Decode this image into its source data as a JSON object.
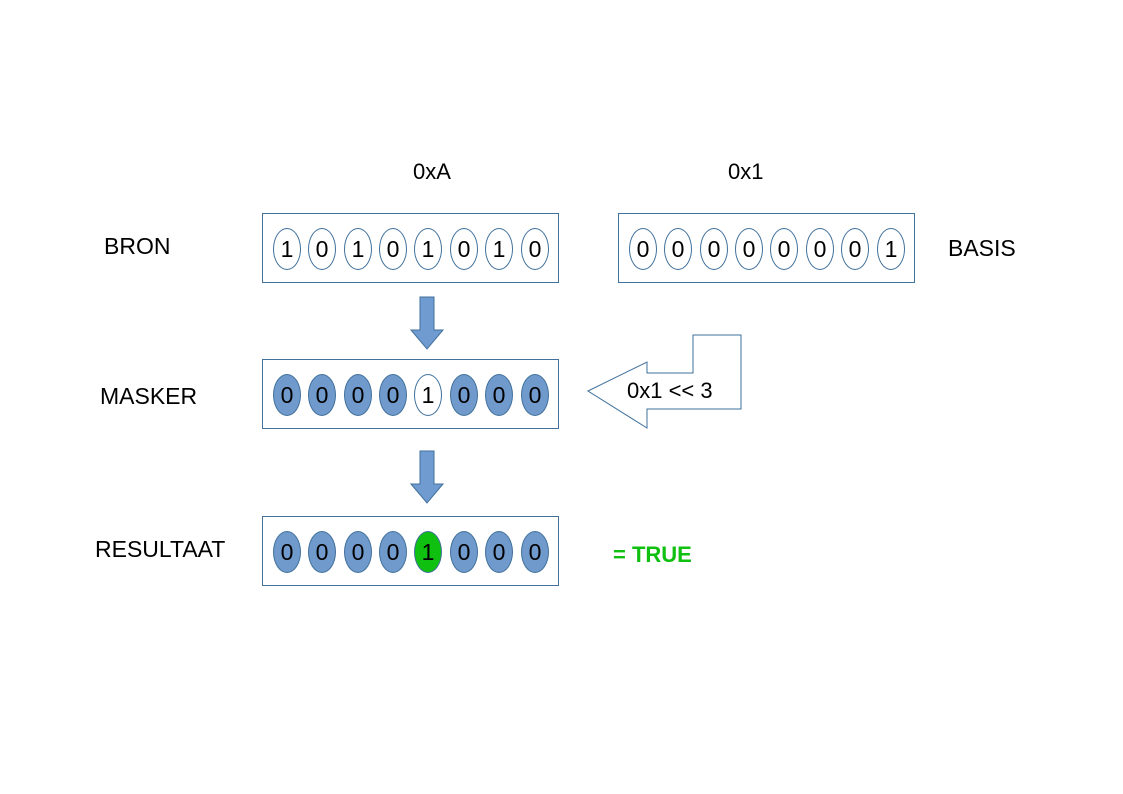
{
  "labels": {
    "bron": "BRON",
    "masker": "MASKER",
    "resultaat": "RESULTAAT",
    "basis": "BASIS"
  },
  "hex": {
    "source": "0xA",
    "base": "0x1"
  },
  "bits": {
    "bron": [
      "1",
      "0",
      "1",
      "0",
      "1",
      "0",
      "1",
      "0"
    ],
    "basis": [
      "0",
      "0",
      "0",
      "0",
      "0",
      "0",
      "0",
      "1"
    ],
    "masker": [
      "0",
      "0",
      "0",
      "0",
      "1",
      "0",
      "0",
      "0"
    ],
    "resultaat": [
      "0",
      "0",
      "0",
      "0",
      "1",
      "0",
      "0",
      "0"
    ]
  },
  "shift_label": "0x1 << 3",
  "result": {
    "text": "= TRUE",
    "color": "#10c010"
  },
  "colors": {
    "outline": "#41719c",
    "bit_fill": "#7099cc",
    "arrow_fill": "#6f9bd1",
    "highlight": "#10c010"
  }
}
